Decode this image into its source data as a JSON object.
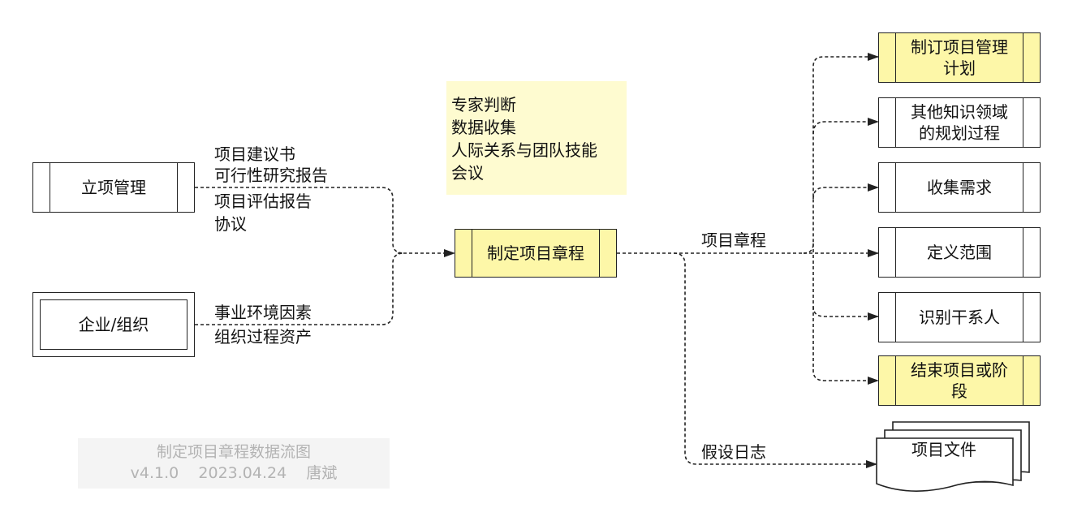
{
  "inputs_sources": {
    "source1": "立项管理",
    "source2": "企业/组织"
  },
  "input_labels": {
    "group1": [
      "项目建议书",
      "可行性研究报告",
      "项目评估报告",
      "协议"
    ],
    "group2": [
      "事业环境因素",
      "组织过程资产"
    ]
  },
  "tools": [
    "专家判断",
    "数据收集",
    "人际关系与团队技能",
    "会议"
  ],
  "process": "制定项目章程",
  "output_labels": {
    "charter": "项目章程",
    "assumption_log": "假设日志"
  },
  "targets": [
    {
      "line1": "制订项目管理",
      "line2": "计划",
      "highlight": true
    },
    {
      "line1": "其他知识领域",
      "line2": "的规划过程",
      "highlight": false
    },
    {
      "line1": "收集需求",
      "line2": "",
      "highlight": false
    },
    {
      "line1": "定义范围",
      "line2": "",
      "highlight": false
    },
    {
      "line1": "识别干系人",
      "line2": "",
      "highlight": false
    },
    {
      "line1": "结束项目或阶",
      "line2": "段",
      "highlight": true
    }
  ],
  "document": "项目文件",
  "footer": {
    "title": "制定项目章程数据流图",
    "meta": "v4.1.0    2023.04.24    唐斌"
  },
  "colors": {
    "highlight": "#fdf7a8",
    "tools_bg": "#fefbd0",
    "line": "#222222",
    "footer_text": "#b3b3b3"
  }
}
